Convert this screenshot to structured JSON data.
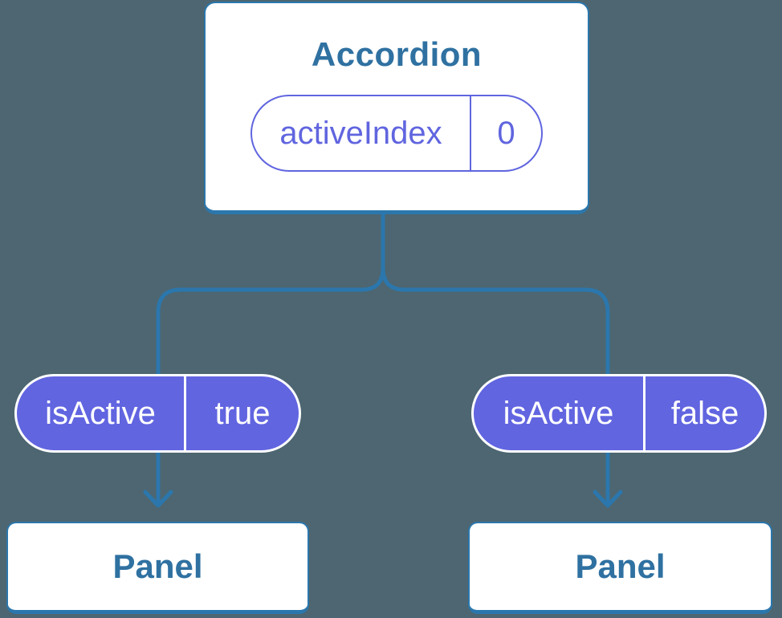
{
  "diagram": {
    "type": "component-tree",
    "root": {
      "title": "Accordion",
      "state": {
        "name": "activeIndex",
        "value": "0"
      }
    },
    "props": {
      "left": {
        "name": "isActive",
        "value": "true"
      },
      "right": {
        "name": "isActive",
        "value": "false"
      }
    },
    "children": {
      "left": {
        "label": "Panel"
      },
      "right": {
        "label": "Panel"
      }
    }
  },
  "colors": {
    "background": "#4D6671",
    "connector_blue": "#2B77AD",
    "node_text_blue": "#2F71A1",
    "state_accent_purple": "#6065DF",
    "prop_fill_purple": "#6165E0",
    "node_background": "#FFFFFF",
    "prop_text": "#FFFFFF"
  }
}
